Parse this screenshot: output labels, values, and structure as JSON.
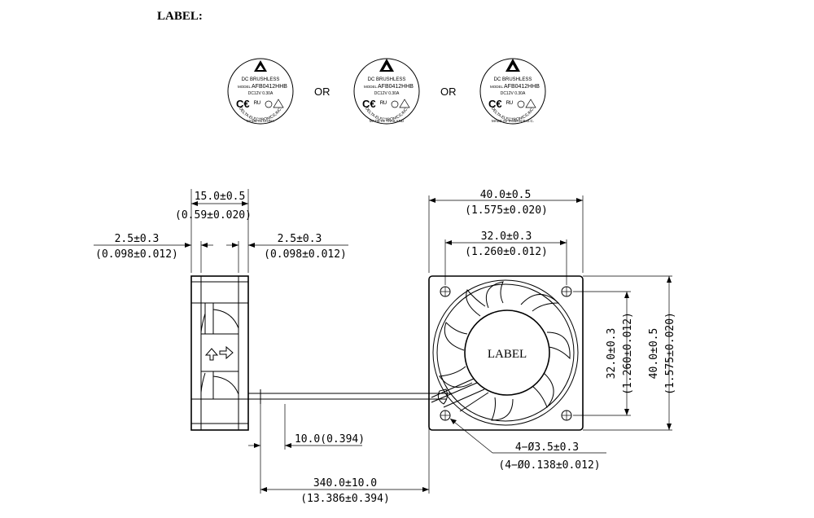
{
  "title": "LABEL:",
  "separators": [
    "OR",
    "OR"
  ],
  "labels": [
    {
      "line1": "DC BRUSHLESS",
      "model_prefix": "MODEL",
      "model": "AFB0412HHB",
      "rating": "DC12V  0.30A",
      "company": "DELTA ELECTRONICS,INC.",
      "origin": "MADE IN CHINA"
    },
    {
      "line1": "DC BRUSHLESS",
      "model_prefix": "MODEL",
      "model": "AFB0412HHB",
      "rating": "DC12V  0.30A",
      "company": "DELTA ELECTRONICS,INC.",
      "origin": "MADE IN THAILAND"
    },
    {
      "line1": "DC BRUSHLESS",
      "model_prefix": "MODEL",
      "model": "AFB0412HHB",
      "rating": "DC12V  0.30A",
      "company": "DELTA ELECTRONICS,INC.",
      "origin": "MADE IN TAIWAN R.O.C."
    }
  ],
  "side_view": {
    "dim_width_mm": "15.0±0.5",
    "dim_width_in": "(0.59±0.020)",
    "dim_left_mm": "2.5±0.3",
    "dim_left_in": "(0.098±0.012)",
    "dim_right_mm": "2.5±0.3",
    "dim_right_in": "(0.098±0.012)",
    "dim_lead_strip": "10.0(0.394)",
    "dim_lead_mm": "340.0±10.0",
    "dim_lead_in": "(13.386±0.394)"
  },
  "front_view": {
    "hub_label": "LABEL",
    "dim_frame_mm": "40.0±0.5",
    "dim_frame_in": "(1.575±0.020)",
    "dim_hole_spacing_mm": "32.0±0.3",
    "dim_hole_spacing_in": "(1.260±0.012)",
    "dim_vert_hole_mm": "32.0±0.3",
    "dim_vert_hole_in": "(1.260±0.012)",
    "dim_vert_frame_mm": "40.0±0.5",
    "dim_vert_frame_in": "(1.575±0.020)",
    "dim_holes_mm": "4−Ø3.5±0.3",
    "dim_holes_in": "(4−Ø0.138±0.012)"
  }
}
